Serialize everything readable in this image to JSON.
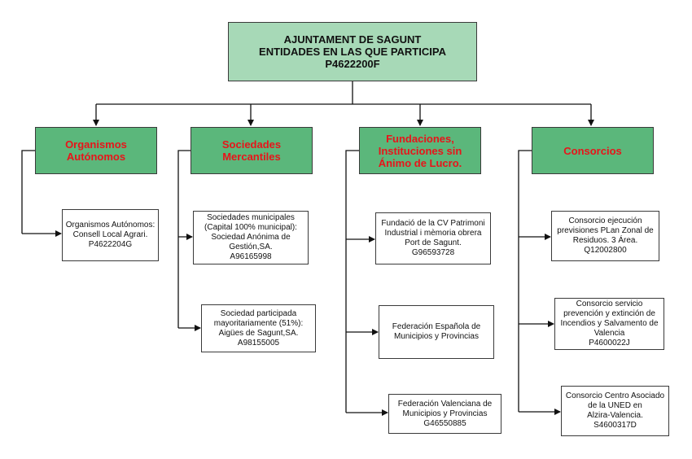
{
  "root": {
    "lines": [
      "AJUNTAMENT DE SAGUNT",
      "ENTIDADES EN LAS QUE PARTICIPA",
      "P4622200F"
    ]
  },
  "categories": [
    {
      "lines": [
        "Organismos",
        "Autónomos"
      ],
      "children": [
        {
          "lines": [
            "Organismos Autónomos:",
            "Consell Local Agrari.",
            "P4622204G"
          ]
        }
      ]
    },
    {
      "lines": [
        "Sociedades",
        "Mercantiles"
      ],
      "children": [
        {
          "lines": [
            "Sociedades municipales",
            "(Capital 100% municipal):",
            "Sociedad Anónima de",
            "Gestión,SA.",
            "A96165998"
          ]
        },
        {
          "lines": [
            "Sociedad participada",
            "mayoritariamente (51%):",
            "Aigües de Sagunt,SA.",
            "A98155005"
          ]
        }
      ]
    },
    {
      "lines": [
        "Fundaciones,",
        "Instituciones sin",
        "Ánimo de Lucro."
      ],
      "children": [
        {
          "lines": [
            "Fundació de la CV Patrimoni",
            "Industrial i mèmoria obrera",
            "Port de Sagunt.",
            "G96593728"
          ]
        },
        {
          "lines": [
            "Federación Española de",
            "Municipios y Provincias"
          ]
        },
        {
          "lines": [
            "Federación Valenciana de",
            "Municipios y Provincias",
            "G46550885"
          ]
        }
      ]
    },
    {
      "lines": [
        "Consorcios"
      ],
      "children": [
        {
          "lines": [
            "Consorcio ejecución",
            "previsiones PLan Zonal de",
            "Residuos. 3 Área.",
            "Q12002800"
          ]
        },
        {
          "lines": [
            "Consorcio servicio",
            "prevención y extinción de",
            "Incendios y Salvamento de",
            "Valencia",
            "P4600022J"
          ]
        },
        {
          "lines": [
            "Consorcio Centro Asociado",
            "de la UNED en",
            "Alzira-Valencia.",
            "S4600317D"
          ]
        }
      ]
    }
  ]
}
